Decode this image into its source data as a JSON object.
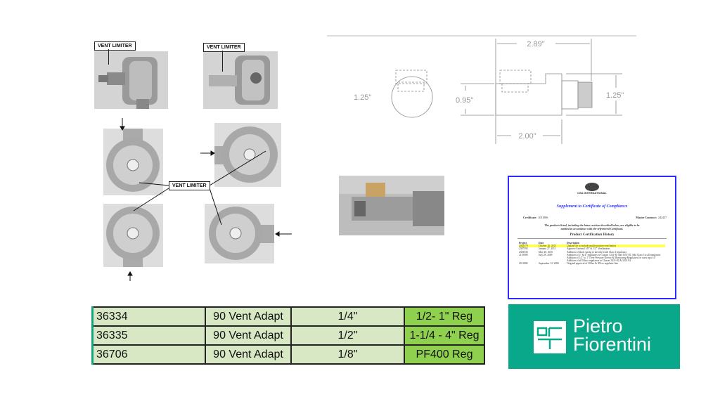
{
  "callouts": {
    "vent_limiter_label": "VENT LIMITER"
  },
  "drawing": {
    "dim_overall_length": "2.89\"",
    "dim_body_length": "2.00\"",
    "dim_diameter_end": "1.25\"",
    "dim_height_side": "0.95\"",
    "dim_height_right": "1.25\""
  },
  "certificate": {
    "org": "CSA INTERNATIONAL",
    "title": "Supplement to Certificate of Compliance",
    "certificate_label": "Certificate:",
    "certificate_no": "2011806",
    "master_contract_label": "Master Contract:",
    "master_contract_no": "242437",
    "intro": "The products listed, including the latest revision described below, are eligible to be marked in accordance with the referenced Certificate.",
    "history_title": "Product Certification History",
    "headers": [
      "Project",
      "Date",
      "Description"
    ],
    "rows": [
      {
        "project": "2465379",
        "date": "October 26, 2011",
        "description": "Update file to include multi-position vent limiter"
      },
      {
        "project": "2387593",
        "date": "January 27, 2011",
        "description": "Approve External 1/8\" & 1/2\" Ventlimiters"
      },
      {
        "project": "2303536",
        "date": "May 20, 2010",
        "description": "Addition of black spring to already listed Class I regulators"
      },
      {
        "project": "2155089",
        "date": "July 28, 2009",
        "description": "Addition of 3\" & 4\" regulators to Classes 3331-85 and 3331-05. Add Class I to all regulators. Addition of 1/2\" to 1\" Over Pressure Device & Monitoring Regulators for sizes up to 4\". Addition of all 50xxx regulators to Classes 3331-82 & 3331-82"
      },
      {
        "project": "2011806",
        "date": "September 12, 2008",
        "description": "Original approval of 300xx & 301xx regulator line"
      }
    ]
  },
  "parts_table": [
    {
      "part": "36334",
      "name": "90 Vent Adapt",
      "size": "1/4\"",
      "application": "1/2- 1\" Reg"
    },
    {
      "part": "36335",
      "name": "90 Vent Adapt",
      "size": "1/2\"",
      "application": "1-1/4 - 4\" Reg"
    },
    {
      "part": "36706",
      "name": "90 Vent Adapt",
      "size": "1/8\"",
      "application": "PF400 Reg"
    }
  ],
  "logo": {
    "line1": "Pietro",
    "line2": "Fiorentini",
    "color": "#0aa88a"
  }
}
